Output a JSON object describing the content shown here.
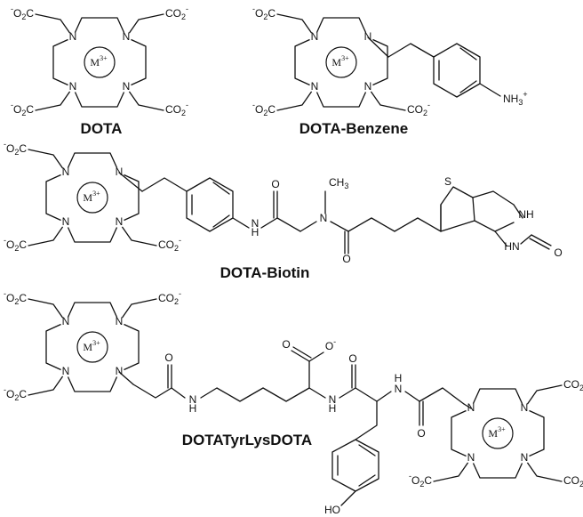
{
  "labels": {
    "dota": "DOTA",
    "dota_benzene": "DOTA-Benzene",
    "dota_biotin": "DOTA-Biotin",
    "dota_tyr_lys_dota": "DOTATyrLysDOTA"
  },
  "atoms": {
    "nitrogen": "N",
    "amide_nh": "H",
    "carbonyl_oxygen": "O",
    "carboxylate_oxygen": "O",
    "carboxylate_charge": "-",
    "sulfur": "S",
    "imidazolidinone_nh": "NH",
    "imidazolidinone_hn": "HN",
    "hydroxyl": "HO",
    "methyl": "CH",
    "methyl_count": "3",
    "ammonium": "NH",
    "ammonium_count": "3",
    "ammonium_charge": "+",
    "acetate_left": "O",
    "acetate_right": "CO",
    "acetate_carbon": "C",
    "acetate_count": "2",
    "acetate_charge": "-"
  },
  "metal": {
    "symbol": "M",
    "charge": "3+"
  }
}
